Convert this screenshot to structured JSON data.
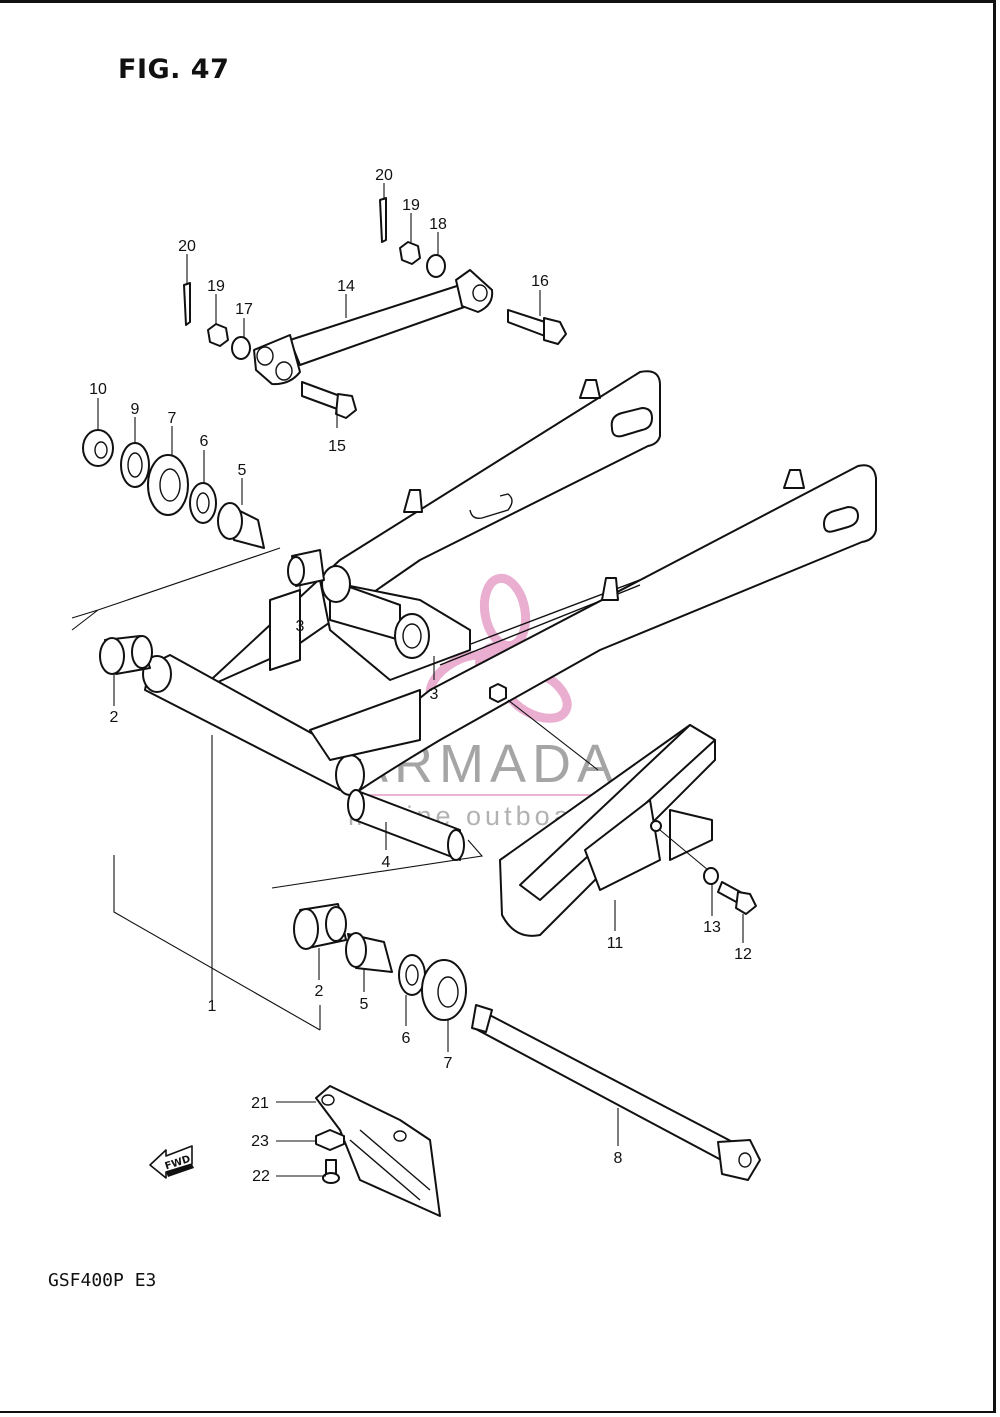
{
  "figure": {
    "title": "FIG. 47",
    "model_code": "GSF400P  E3"
  },
  "watermark": {
    "name": "ARMADA",
    "subtitle": "marine outboards",
    "accent_color": "#e7a1c8",
    "logo_icon": "propeller-icon"
  },
  "direction_marker": {
    "label": "FWD",
    "icon": "arrow-left-icon"
  },
  "callouts": [
    {
      "id": "c20a",
      "label": "20"
    },
    {
      "id": "c19a",
      "label": "19"
    },
    {
      "id": "c18",
      "label": "18"
    },
    {
      "id": "c20b",
      "label": "20"
    },
    {
      "id": "c19b",
      "label": "19"
    },
    {
      "id": "c17",
      "label": "17"
    },
    {
      "id": "c14",
      "label": "14"
    },
    {
      "id": "c16",
      "label": "16"
    },
    {
      "id": "c15",
      "label": "15"
    },
    {
      "id": "c10",
      "label": "10"
    },
    {
      "id": "c9",
      "label": "9"
    },
    {
      "id": "c7a",
      "label": "7"
    },
    {
      "id": "c6a",
      "label": "6"
    },
    {
      "id": "c5a",
      "label": "5"
    },
    {
      "id": "c3a",
      "label": "3"
    },
    {
      "id": "c3b",
      "label": "3"
    },
    {
      "id": "c2a",
      "label": "2"
    },
    {
      "id": "c4",
      "label": "4"
    },
    {
      "id": "c1",
      "label": "1"
    },
    {
      "id": "c2b",
      "label": "2"
    },
    {
      "id": "c5b",
      "label": "5"
    },
    {
      "id": "c6b",
      "label": "6"
    },
    {
      "id": "c7b",
      "label": "7"
    },
    {
      "id": "c11",
      "label": "11"
    },
    {
      "id": "c13",
      "label": "13"
    },
    {
      "id": "c12",
      "label": "12"
    },
    {
      "id": "c8",
      "label": "8"
    },
    {
      "id": "c21",
      "label": "21"
    },
    {
      "id": "c23",
      "label": "23"
    },
    {
      "id": "c22",
      "label": "22"
    }
  ]
}
